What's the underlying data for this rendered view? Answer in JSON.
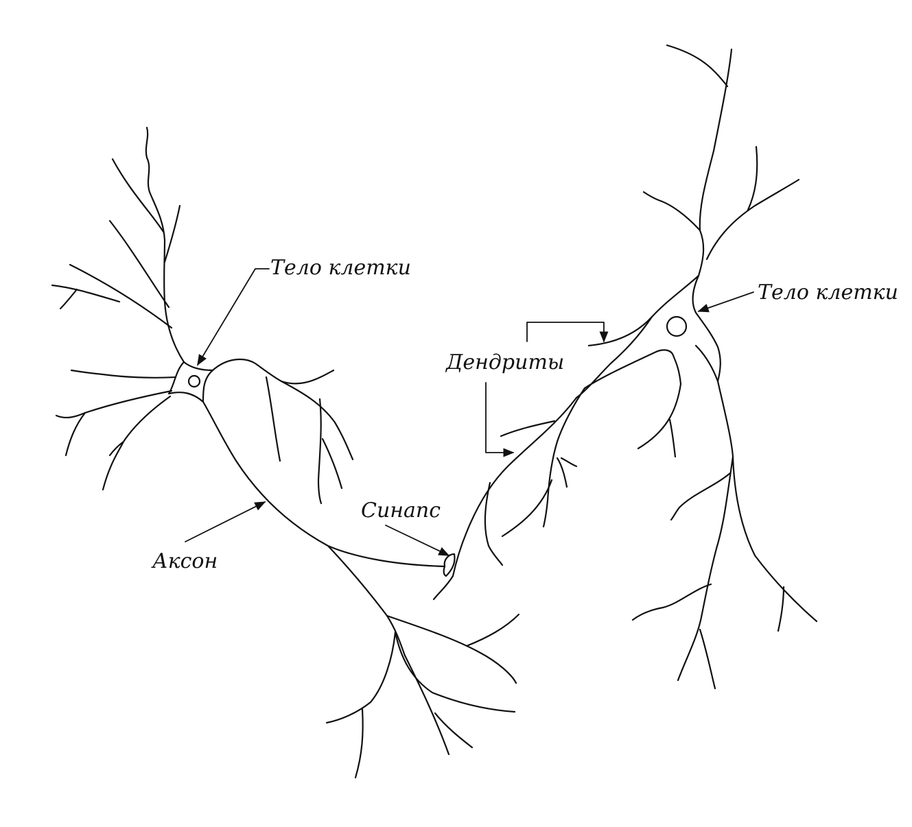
{
  "labels": {
    "left_cell_body": "Тело клетки",
    "right_cell_body": "Тело клетки",
    "axon": "Аксон",
    "synapse": "Синапс",
    "dendrites": "Дендриты"
  },
  "colors": {
    "line": "#111111",
    "background": "#ffffff"
  }
}
